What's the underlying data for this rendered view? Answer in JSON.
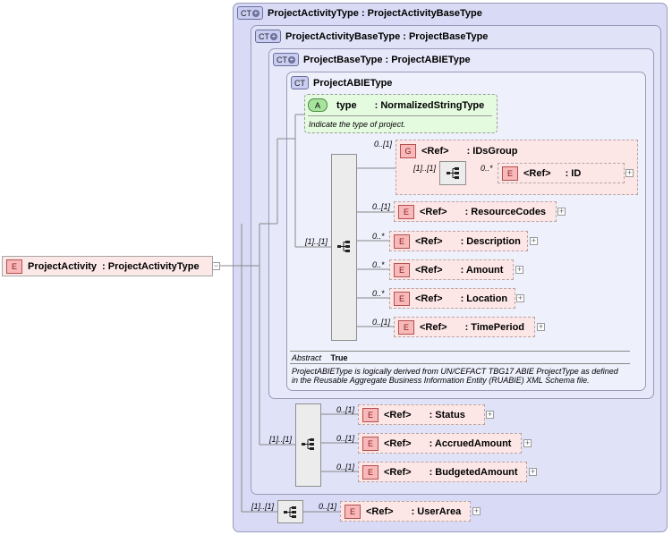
{
  "root": {
    "badge": "E",
    "name": "ProjectActivity",
    "type": ": ProjectActivityType"
  },
  "types": [
    {
      "badge": "CT",
      "title": "ProjectActivityType : ProjectActivityBaseType"
    },
    {
      "badge": "CT",
      "title": "ProjectActivityBaseType : ProjectBaseType"
    },
    {
      "badge": "CT",
      "title": "ProjectBaseType : ProjectABIEType"
    },
    {
      "badge": "CT",
      "title": "ProjectABIEType"
    }
  ],
  "attribute": {
    "badge": "A",
    "name": "type",
    "type": ": NormalizedStringType",
    "doc": "Indicate the type of project."
  },
  "group": {
    "badge": "G",
    "ref": "<Ref>",
    "name": ": IDsGroup",
    "card": "0..[1]",
    "seq_card": "[1]..[1]"
  },
  "elements": {
    "id": {
      "badge": "E",
      "ref": "<Ref>",
      "name": ": ID",
      "card": "0..*"
    },
    "resource_codes": {
      "badge": "E",
      "ref": "<Ref>",
      "name": ": ResourceCodes",
      "card": "0..[1]"
    },
    "description": {
      "badge": "E",
      "ref": "<Ref>",
      "name": ": Description",
      "card": "0..*"
    },
    "amount": {
      "badge": "E",
      "ref": "<Ref>",
      "name": ": Amount",
      "card": "0..*"
    },
    "location": {
      "badge": "E",
      "ref": "<Ref>",
      "name": ": Location",
      "card": "0..*"
    },
    "time_period": {
      "badge": "E",
      "ref": "<Ref>",
      "name": ": TimePeriod",
      "card": "0..[1]"
    },
    "status": {
      "badge": "E",
      "ref": "<Ref>",
      "name": ": Status",
      "card": "0..[1]"
    },
    "accrued_amount": {
      "badge": "E",
      "ref": "<Ref>",
      "name": ": AccruedAmount",
      "card": "0..[1]"
    },
    "budgeted_amount": {
      "badge": "E",
      "ref": "<Ref>",
      "name": ": BudgetedAmount",
      "card": "0..[1]"
    },
    "user_area": {
      "badge": "E",
      "ref": "<Ref>",
      "name": ": UserArea",
      "card": "0..[1]"
    }
  },
  "sequences": {
    "abie_card": "[1]..[1]",
    "base_card": "[1]..[1]",
    "activity_card": "[1]..[1]"
  },
  "abstract": {
    "label": "Abstract",
    "value": "True"
  },
  "abie_doc": {
    "line1": "ProjectABIEType is logically derived from UN/CEFACT TBG17 ABIE ProjectType as defined",
    "line2": "in the Reusable Aggregate Business Information Entity (RUABIE) XML Schema file."
  }
}
